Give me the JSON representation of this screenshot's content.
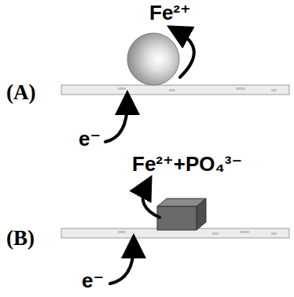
{
  "diagram": {
    "labels": [
      "(A)",
      "Fe²⁺",
      "e⁻",
      "(B)",
      "Fe²⁺+PO₄³⁻",
      "e⁻"
    ]
  }
}
